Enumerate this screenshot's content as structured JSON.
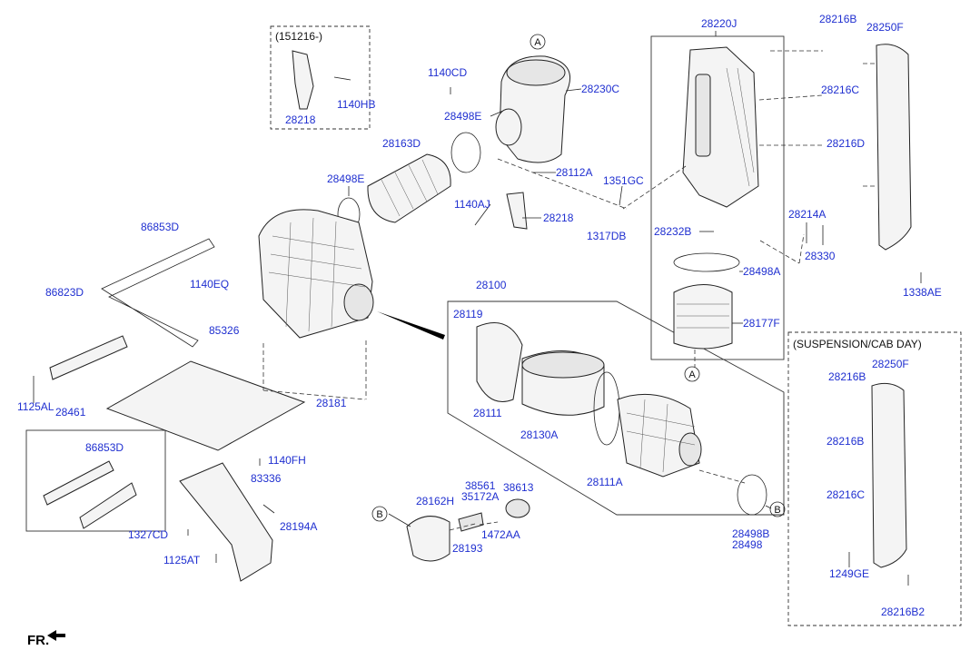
{
  "diagram": {
    "frame_labels": {
      "variant_box": "(151216-)",
      "suspension_box": "(SUSPENSION/CAB DAY)"
    },
    "callouts": {
      "a": "A",
      "b": "B"
    },
    "fr_label": "FR.",
    "parts": [
      {
        "id": "p28218a",
        "label": "28218"
      },
      {
        "id": "p1140hb",
        "label": "1140HB"
      },
      {
        "id": "p1140cd",
        "label": "1140CD"
      },
      {
        "id": "p28230c",
        "label": "28230C"
      },
      {
        "id": "p28498e_a",
        "label": "28498E"
      },
      {
        "id": "p28163d",
        "label": "28163D"
      },
      {
        "id": "p28498e_b",
        "label": "28498E"
      },
      {
        "id": "p28112a",
        "label": "28112A"
      },
      {
        "id": "p1140aj",
        "label": "1140AJ"
      },
      {
        "id": "p28218b",
        "label": "28218"
      },
      {
        "id": "p1351gc",
        "label": "1351GC"
      },
      {
        "id": "p1317db",
        "label": "1317DB"
      },
      {
        "id": "p28220j",
        "label": "28220J"
      },
      {
        "id": "p28232b",
        "label": "28232B"
      },
      {
        "id": "p28498a",
        "label": "28498A"
      },
      {
        "id": "p28177f",
        "label": "28177F"
      },
      {
        "id": "p28216b_a",
        "label": "28216B"
      },
      {
        "id": "p28250f_a",
        "label": "28250F"
      },
      {
        "id": "p28216c_a",
        "label": "28216C"
      },
      {
        "id": "p28216d",
        "label": "28216D"
      },
      {
        "id": "p28214a",
        "label": "28214A"
      },
      {
        "id": "p28330",
        "label": "28330"
      },
      {
        "id": "p1338ae",
        "label": "1338AE"
      },
      {
        "id": "p86853d_a",
        "label": "86853D"
      },
      {
        "id": "p86823d",
        "label": "86823D"
      },
      {
        "id": "p1140eq",
        "label": "1140EQ"
      },
      {
        "id": "p85326",
        "label": "85326"
      },
      {
        "id": "p28100",
        "label": "28100"
      },
      {
        "id": "p28119",
        "label": "28119"
      },
      {
        "id": "p28111",
        "label": "28111"
      },
      {
        "id": "p28130a",
        "label": "28130A"
      },
      {
        "id": "p28111a",
        "label": "28111A"
      },
      {
        "id": "p28181",
        "label": "28181"
      },
      {
        "id": "p1125al",
        "label": "1125AL"
      },
      {
        "id": "p28461",
        "label": "28461"
      },
      {
        "id": "p86853d_b",
        "label": "86853D"
      },
      {
        "id": "p1140fh",
        "label": "1140FH"
      },
      {
        "id": "p83336",
        "label": "83336"
      },
      {
        "id": "p28194a",
        "label": "28194A"
      },
      {
        "id": "p1327cd",
        "label": "1327CD"
      },
      {
        "id": "p1125at",
        "label": "1125AT"
      },
      {
        "id": "p28162h",
        "label": "28162H"
      },
      {
        "id": "p38561",
        "label": "38561"
      },
      {
        "id": "p35172a",
        "label": "35172A"
      },
      {
        "id": "p38613",
        "label": "38613"
      },
      {
        "id": "p28193",
        "label": "28193"
      },
      {
        "id": "p1472aa",
        "label": "1472AA"
      },
      {
        "id": "p28498b",
        "label": "28498B"
      },
      {
        "id": "p28498",
        "label": "28498"
      },
      {
        "id": "p28250f_b",
        "label": "28250F"
      },
      {
        "id": "p28216b_b",
        "label": "28216B"
      },
      {
        "id": "p28216b_c",
        "label": "28216B"
      },
      {
        "id": "p28216c_b",
        "label": "28216C"
      },
      {
        "id": "p1249ge",
        "label": "1249GE"
      },
      {
        "id": "p28216b2",
        "label": "28216B2"
      }
    ]
  }
}
